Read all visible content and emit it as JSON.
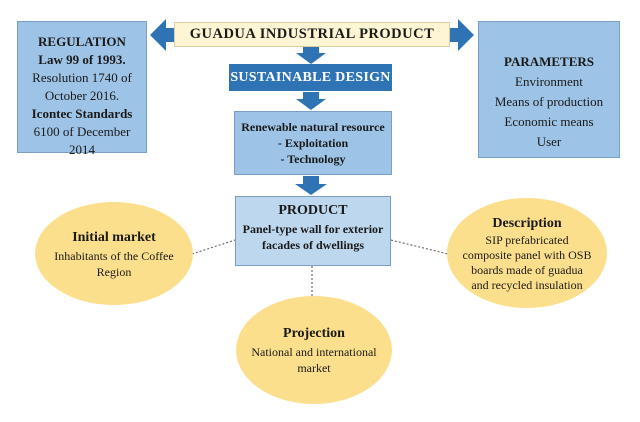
{
  "title": "GUADUA INDUSTRIAL PRODUCT",
  "sustainable": "SUSTAINABLE DESIGN",
  "regulation": {
    "heading": "REGULATION",
    "law": "Law 99 of 1993.",
    "resolution_1": "Resolution 1740 of",
    "resolution_2": "October 2016.",
    "icontec": "Icontec Standards",
    "icontec_1": "6100 of December",
    "icontec_2": "2014"
  },
  "parameters": {
    "heading": "PARAMETERS",
    "items": [
      "Environment",
      "Means of production",
      "Economic means",
      "User"
    ]
  },
  "renewable": {
    "line1": "Renewable natural resource",
    "line2": "- Exploitation",
    "line3": "- Technology"
  },
  "product": {
    "heading": "PRODUCT",
    "line1": "Panel-type wall for exterior",
    "line2": "facades of dwellings"
  },
  "initial_market": {
    "heading": "Initial market",
    "line1": "Inhabitants of the Coffee",
    "line2": "Region"
  },
  "description": {
    "heading": "Description",
    "line1": "SIP prefabricated",
    "line2": "composite panel with OSB",
    "line3": "boards made of guadua",
    "line4": "and recycled insulation"
  },
  "projection": {
    "heading": "Projection",
    "line1": "National and international",
    "line2": "market"
  },
  "colors": {
    "light_blue": "#9dc3e6",
    "dark_blue": "#2e74b5",
    "cream": "#fdf5d3",
    "yellow": "#fcdf8c"
  }
}
